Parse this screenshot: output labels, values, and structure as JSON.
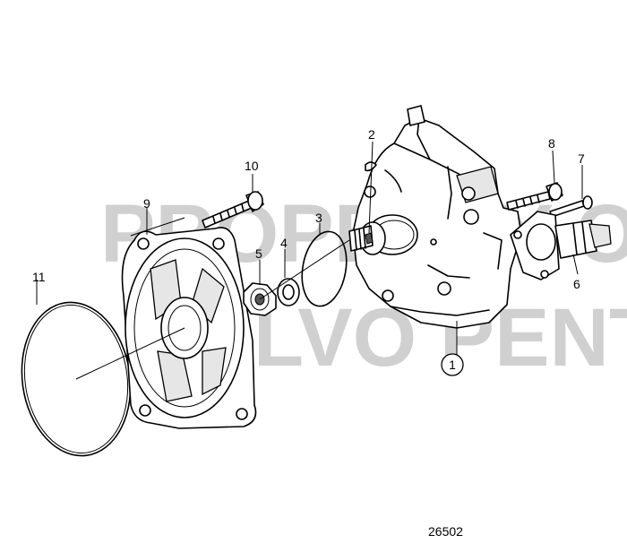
{
  "watermark": {
    "line1": "PROPERTY OF",
    "line2": "VOLVO PENTA"
  },
  "callouts": [
    {
      "id": "1",
      "label": "1"
    },
    {
      "id": "2",
      "label": "2"
    },
    {
      "id": "3",
      "label": "3"
    },
    {
      "id": "4",
      "label": "4"
    },
    {
      "id": "5",
      "label": "5"
    },
    {
      "id": "6",
      "label": "6"
    },
    {
      "id": "7",
      "label": "7"
    },
    {
      "id": "8",
      "label": "8"
    },
    {
      "id": "9",
      "label": "9"
    },
    {
      "id": "10",
      "label": "10"
    },
    {
      "id": "11",
      "label": "11"
    }
  ],
  "figure_number": "26502"
}
